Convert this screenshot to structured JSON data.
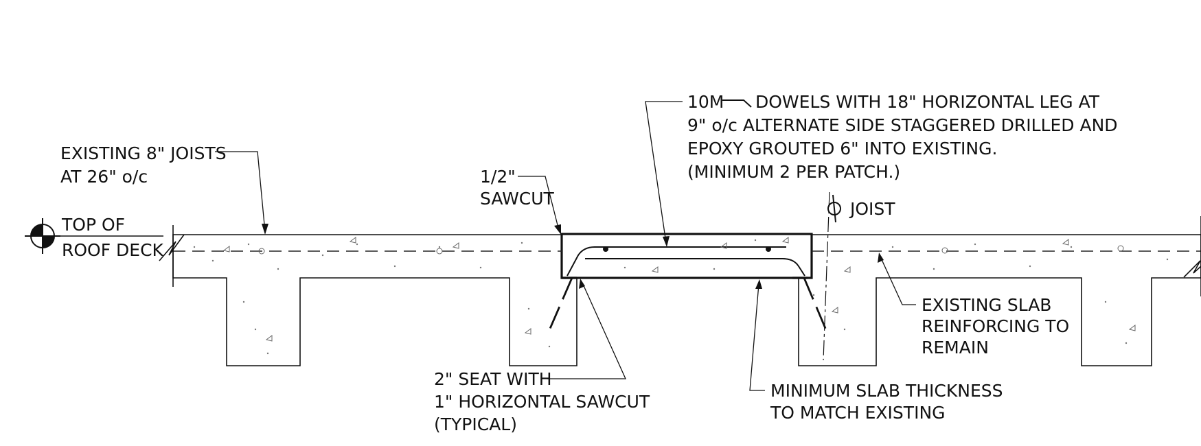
{
  "notes": {
    "joists": [
      "EXISTING 8\" JOISTS",
      "AT 26\" o/c"
    ],
    "top_of_deck": [
      "TOP OF",
      "ROOF DECK"
    ],
    "sawcut": [
      "1/2\"",
      "SAWCUT"
    ],
    "dowels": [
      "10M",
      "DOWELS WITH 18\" HORIZONTAL LEG AT",
      "9\" o/c ALTERNATE SIDE STAGGERED DRILLED AND",
      "EPOXY GROUTED 6\" INTO EXISTING.",
      "(MINIMUM 2 PER PATCH.)"
    ],
    "centerline": [
      "JOIST"
    ],
    "seat": [
      "2\" SEAT WITH",
      "1\" HORIZONTAL SAWCUT",
      "(TYPICAL)"
    ],
    "reinforcing": [
      "EXISTING SLAB",
      "REINFORCING TO",
      "REMAIN"
    ],
    "min_thickness": [
      "MINIMUM SLAB THICKNESS",
      "TO MATCH EXISTING"
    ]
  },
  "symbols": {
    "elevation_marker": "level-marker-icon",
    "centerline": "centerline-icon",
    "break_line": "break-line-icon"
  },
  "colors": {
    "line": "#111111",
    "background": "#ffffff"
  }
}
